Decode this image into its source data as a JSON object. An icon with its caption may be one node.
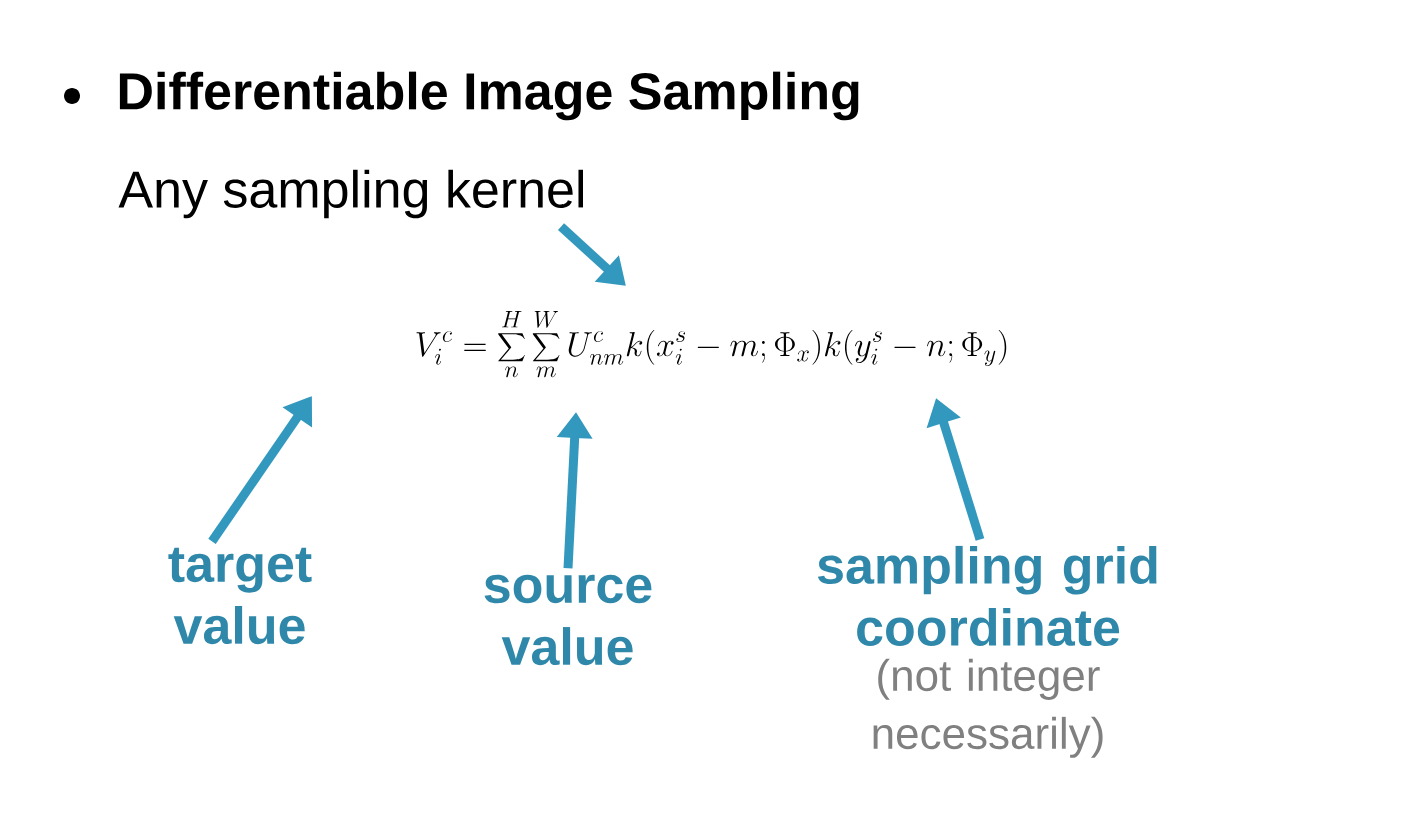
{
  "diagram": {
    "title": "Differentiable Image Sampling",
    "nodes": [
      {
        "text": [
          "Any sampling kernel"
        ]
      },
      {
        "text": [
          "target value"
        ]
      },
      {
        "text": [
          "source value"
        ]
      },
      {
        "text": [
          "sampling grid coordinate"
        ],
        "beside": [
          "(not integer necessarily)"
        ]
      }
    ],
    "edges": [
      {
        "from": 0,
        "to": null,
        "arrow": "to"
      },
      {
        "from": 1,
        "to": null,
        "arrow": "to"
      },
      {
        "from": 2,
        "to": null,
        "arrow": "to"
      },
      {
        "from": 3,
        "to": null,
        "arrow": "to"
      }
    ],
    "labels": [
      "V_i^c = \\sum_{n}^{H}\\sum_{m}^{W} U^c_{nm} k(x_i^s - m; \\Phi_x) k(y_i^s - n; \\Phi_y)"
    ]
  }
}
